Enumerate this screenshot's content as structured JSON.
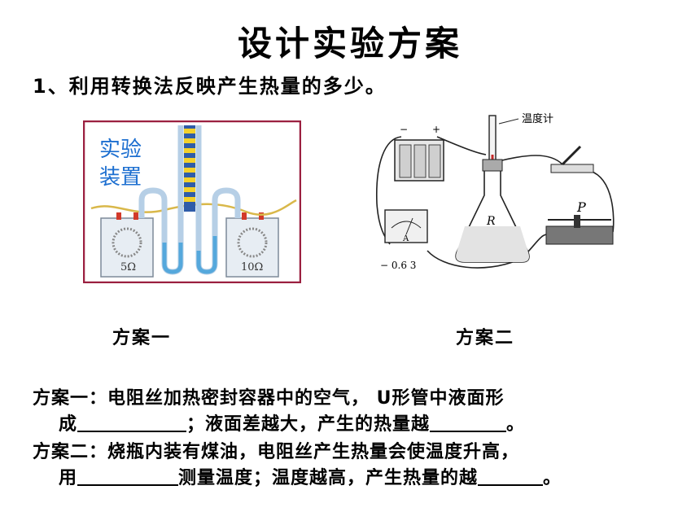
{
  "title": "设计实验方案",
  "subtitle": "1、利用转换法反映产生热量的多少。",
  "figure1": {
    "label_line1": "实验",
    "label_line2": "装置",
    "left_resistor": "5Ω",
    "right_resistor": "10Ω"
  },
  "figure2": {
    "thermometer_label": "温度计",
    "battery_minus": "−",
    "battery_plus": "+",
    "ammeter_letter": "A",
    "ammeter_terminals": "− 0.6  3",
    "flask_letter": "R",
    "rheostat_letter": "P"
  },
  "captions": {
    "left": "方案一",
    "right": "方案二"
  },
  "plan1": {
    "line1": "方案一：电阻丝加热密封容器中的空气， U形管中液面形",
    "line2_a": "成",
    "line2_b": "；液面差越大，产生的热量越",
    "line2_c": "。"
  },
  "plan2": {
    "line1": "方案二：烧瓶内装有煤油，电阻丝产生热量会使温度升高，",
    "line2_a": "用",
    "line2_b": "测量温度；温度越高，产生热量的越",
    "line2_c": "。"
  }
}
